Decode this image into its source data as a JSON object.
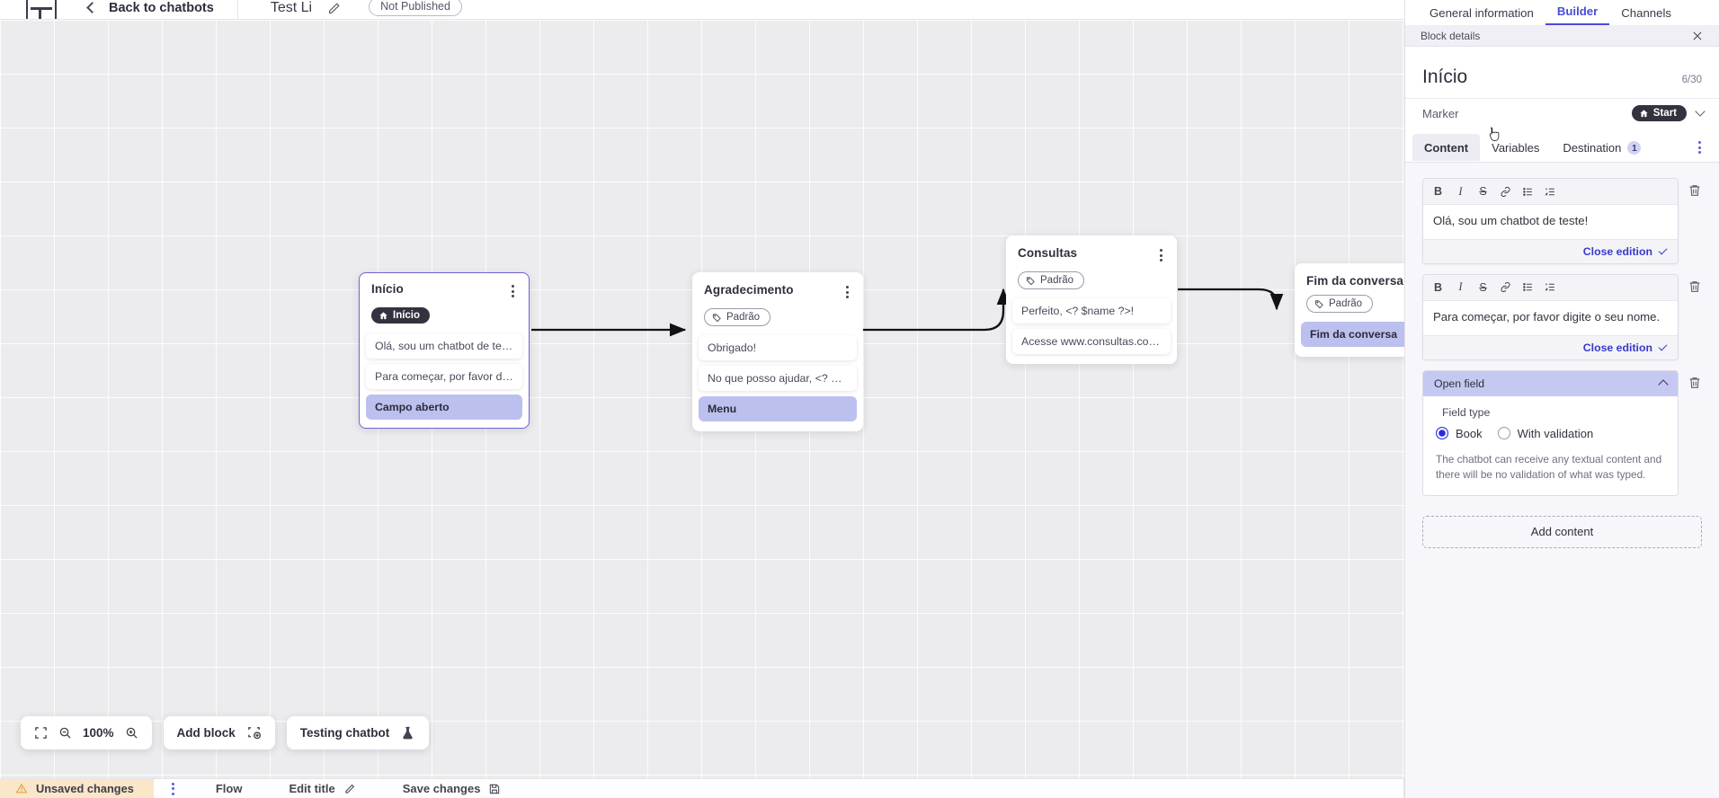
{
  "topbar": {
    "logo_name": "product-logo",
    "back_label": "Back to chatbots",
    "chatbot_title": "Test Li",
    "publish_status": "Not Published"
  },
  "canvas": {
    "zoom_level": "100%",
    "add_block_label": "Add block",
    "testing_chatbot_label": "Testing chatbot",
    "nodes": [
      {
        "title": "Início",
        "tag": "Início",
        "tag_style": "dark",
        "tag_icon": "home-icon",
        "rows": [
          {
            "text": "Olá, sou um chatbot de teste!",
            "highlight": false
          },
          {
            "text": "Para começar, por favor digite o ...",
            "highlight": false
          },
          {
            "text": "Campo aberto",
            "highlight": true
          }
        ]
      },
      {
        "title": "Agradecimento",
        "tag": "Padrão",
        "tag_style": "light",
        "tag_icon": "tag-icon",
        "rows": [
          {
            "text": "Obrigado!",
            "highlight": false
          },
          {
            "text": "No que posso ajudar, <? $name ...",
            "highlight": false
          },
          {
            "text": "Menu",
            "highlight": true
          }
        ]
      },
      {
        "title": "Consultas",
        "tag": "Padrão",
        "tag_style": "light",
        "tag_icon": "tag-icon",
        "rows": [
          {
            "text": "Perfeito, <? $name ?>!",
            "highlight": false
          },
          {
            "text": "Acesse www.consultas.com par...",
            "highlight": false
          }
        ]
      },
      {
        "title": "Fim da conversa",
        "tag": "Padrão",
        "tag_style": "light",
        "tag_icon": "tag-icon",
        "rows": [
          {
            "text": "Fim da conversa",
            "highlight": true
          }
        ]
      }
    ]
  },
  "statusbar": {
    "unsaved_label": "Unsaved changes",
    "flow_label": "Flow",
    "edit_title_label": "Edit title",
    "save_changes_label": "Save changes",
    "unsaved_bg": "#fae6c8"
  },
  "panel": {
    "tabs": [
      {
        "label": "General information",
        "active": false
      },
      {
        "label": "Builder",
        "active": true
      },
      {
        "label": "Channels",
        "active": false
      }
    ],
    "block_details_label": "Block details",
    "node_name": "Início",
    "char_count": "6/30",
    "marker_label": "Marker",
    "marker_value": "Start",
    "content_tabs": [
      {
        "label": "Content",
        "badge": "",
        "active": true
      },
      {
        "label": "Variables",
        "badge": "",
        "active": false
      },
      {
        "label": "Destination",
        "badge": "1",
        "active": false
      }
    ],
    "format_buttons": [
      "B",
      "I",
      "S",
      "link-icon",
      "bullet-list-icon",
      "numbered-list-icon"
    ],
    "editors": [
      {
        "text": "Olá, sou um chatbot de teste!",
        "close_label": "Close edition"
      },
      {
        "text": "Para começar, por favor digite o seu nome.",
        "close_label": "Close edition"
      }
    ],
    "open_field": {
      "title": "Open field",
      "field_type_label": "Field type",
      "options": [
        {
          "label": "Book",
          "selected": true
        },
        {
          "label": "With validation",
          "selected": false
        }
      ],
      "description": "The chatbot can receive any textual content and there will be no validation of what was typed."
    },
    "add_content_label": "Add content",
    "accent": "#4b4bd6"
  }
}
